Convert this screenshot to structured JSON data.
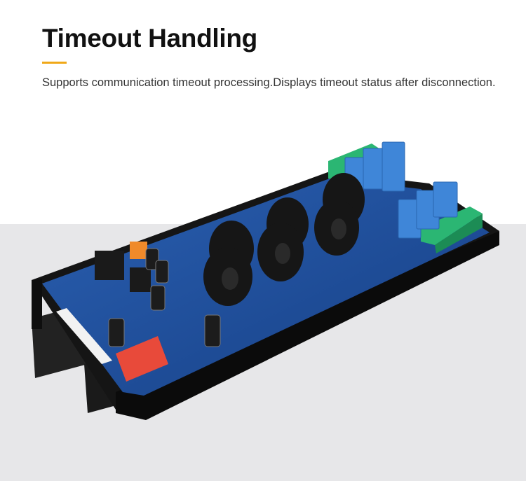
{
  "header": {
    "title": "Timeout Handling",
    "subtitle": "Supports communication timeout processing.Displays timeout status after disconnection."
  },
  "colors": {
    "accent": "#f0a818",
    "pcb": "#1f4e9a",
    "background_band": "#e7e7e9"
  },
  "image": {
    "subject": "product-photo-circuit-board"
  }
}
